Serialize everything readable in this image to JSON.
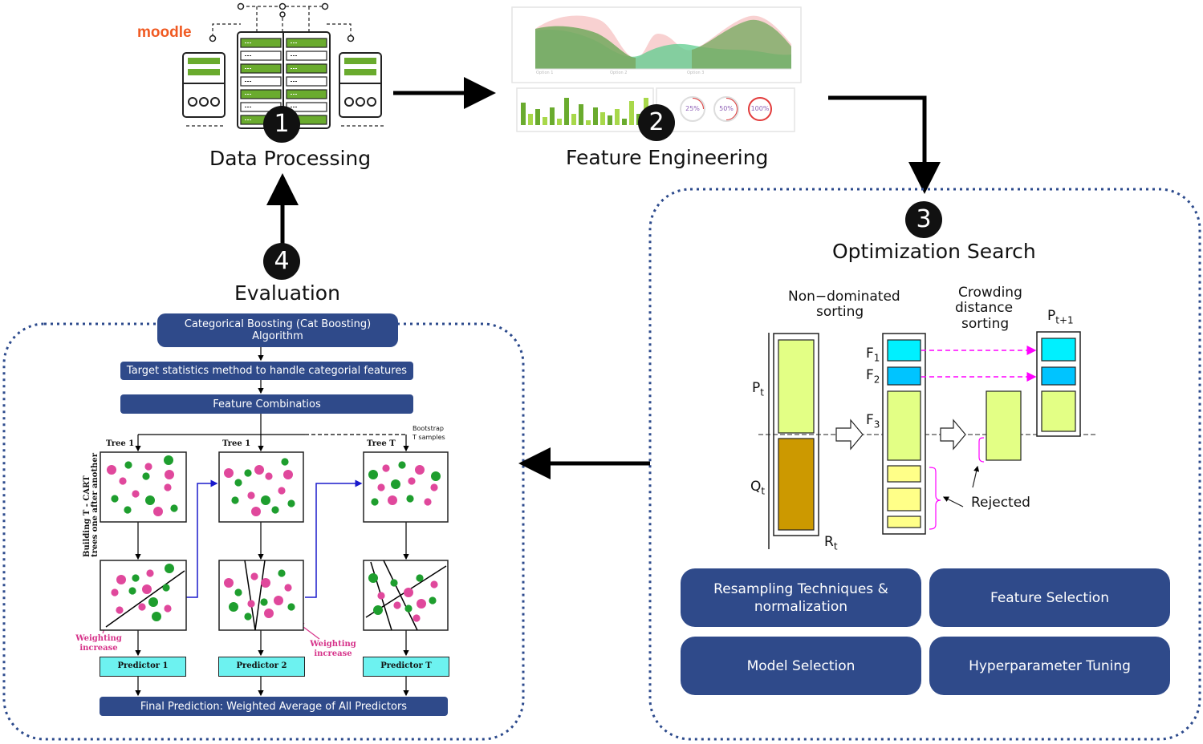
{
  "steps": {
    "data_processing": {
      "number": "1",
      "label": "Data Processing",
      "logo": "moodle"
    },
    "feature_engineering": {
      "number": "2",
      "label": "Feature Engineering",
      "chart_options": [
        "Option 1",
        "Option 2",
        "Option 3"
      ],
      "gauges": [
        "25%",
        "50%",
        "100%"
      ]
    },
    "optimization_search": {
      "number": "3",
      "label": "Optimization Search"
    },
    "evaluation": {
      "number": "4",
      "label": "Evaluation"
    }
  },
  "nsga": {
    "non_dominated": "Non−dominated",
    "sorting": "sorting",
    "crowding1": "Crowding",
    "crowding2": "distance",
    "crowding3": "sorting",
    "p_next": "P",
    "p_next_sub": "t+1",
    "pt": "P",
    "pt_sub": "t",
    "qt": "Q",
    "qt_sub": "t",
    "rt": "R",
    "rt_sub": "t",
    "f1": "F",
    "f1_sub": "1",
    "f2": "F",
    "f2_sub": "2",
    "f3": "F",
    "f3_sub": "3",
    "rejected": "Rejected"
  },
  "optimization_buttons": {
    "resampling": "Resampling Techniques & normalization",
    "feature_selection": "Feature Selection",
    "model_selection": "Model Selection",
    "hyperparameter": "Hyperparameter Tuning"
  },
  "catboost": {
    "algorithm": "Categorical Boosting (Cat Boosting) Algorithm",
    "target_stats": "Target statistics method to handle categorial features",
    "feature_comb": "Feature Combinatios",
    "bootstrap1": "Bootstrap",
    "bootstrap2": "T samples",
    "tree1": "Tree 1",
    "tree2": "Tree 1",
    "treeT": "Tree T",
    "side1": "Building T - CART",
    "side2": "trees one after another",
    "weight1a": "Weighting",
    "weight1b": "increase",
    "weight2a": "Weighting",
    "weight2b": "increase",
    "pred1": "Predictor 1",
    "pred2": "Predictor 2",
    "predT": "Predictor T",
    "final": "Final Prediction: Weighted Average of All Predictors"
  }
}
